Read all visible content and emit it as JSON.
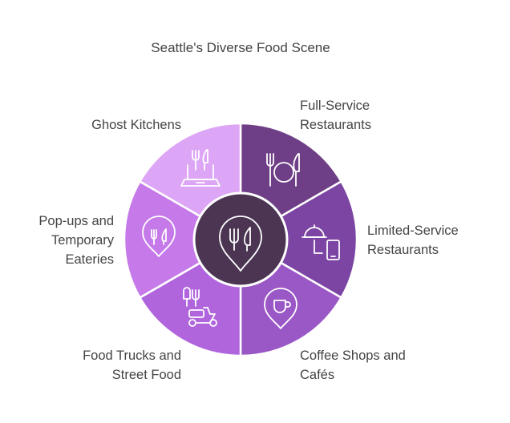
{
  "title": "Seattle's Diverse Food Scene",
  "segments": [
    {
      "label": "Full-Service\nRestaurants",
      "color": "#6e3f86",
      "icon": "plate-cutlery-icon"
    },
    {
      "label": "Limited-Service\nRestaurants",
      "color": "#7c45a3",
      "icon": "cloche-phone-icon"
    },
    {
      "label": "Coffee Shops and\nCafés",
      "color": "#9a57c6",
      "icon": "coffee-cup-icon"
    },
    {
      "label": "Food Trucks and\nStreet Food",
      "color": "#b065dd",
      "icon": "scooter-delivery-icon"
    },
    {
      "label": "Pop-ups and\nTemporary\nEateries",
      "color": "#c67ae9",
      "icon": "location-pin-icon"
    },
    {
      "label": "Ghost Kitchens",
      "color": "#dda5f5",
      "icon": "laptop-cutlery-icon"
    }
  ],
  "center": {
    "color": "#4b3553",
    "icon": "pin-cutlery-icon"
  }
}
